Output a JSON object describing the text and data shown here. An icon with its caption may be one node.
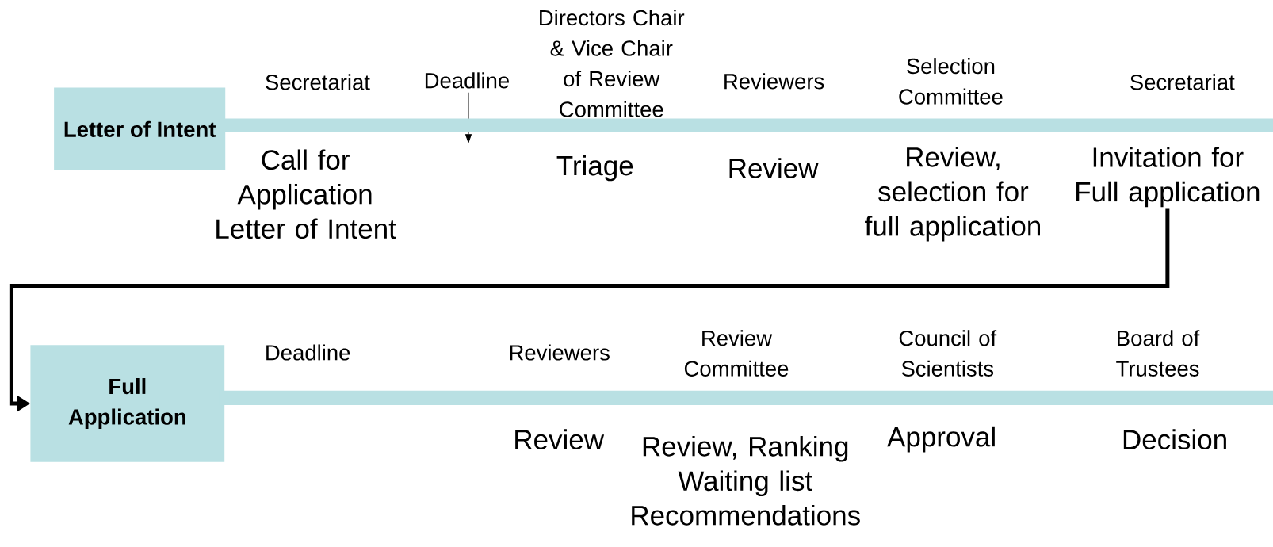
{
  "diagram": {
    "nodes": [
      {
        "text": [
          "Letter of Intent"
        ]
      },
      {
        "text": [
          "Invitation for Full application"
        ]
      },
      {
        "text": [
          "Full Application"
        ]
      },
      {
        "text": [],
        "shape": "bar"
      },
      {
        "text": [],
        "shape": "bar"
      }
    ],
    "edges": [
      {
        "from": 1,
        "to": 2,
        "arrow": "to"
      }
    ],
    "labels": [
      "Secretariat",
      "Deadline",
      "Directors Chair & Vice Chair of Review Committee",
      "Reviewers",
      "Selection Committee",
      "Secretariat",
      "Call for Application Letter of Intent",
      "Triage",
      "Review",
      "Review, selection for full application",
      "Deadline",
      "Reviewers",
      "Review Committee",
      "Council of Scientists",
      "Board of Trustees",
      "Review",
      "Review, Ranking Waiting list Recommendations",
      "Approval",
      "Decision"
    ]
  }
}
